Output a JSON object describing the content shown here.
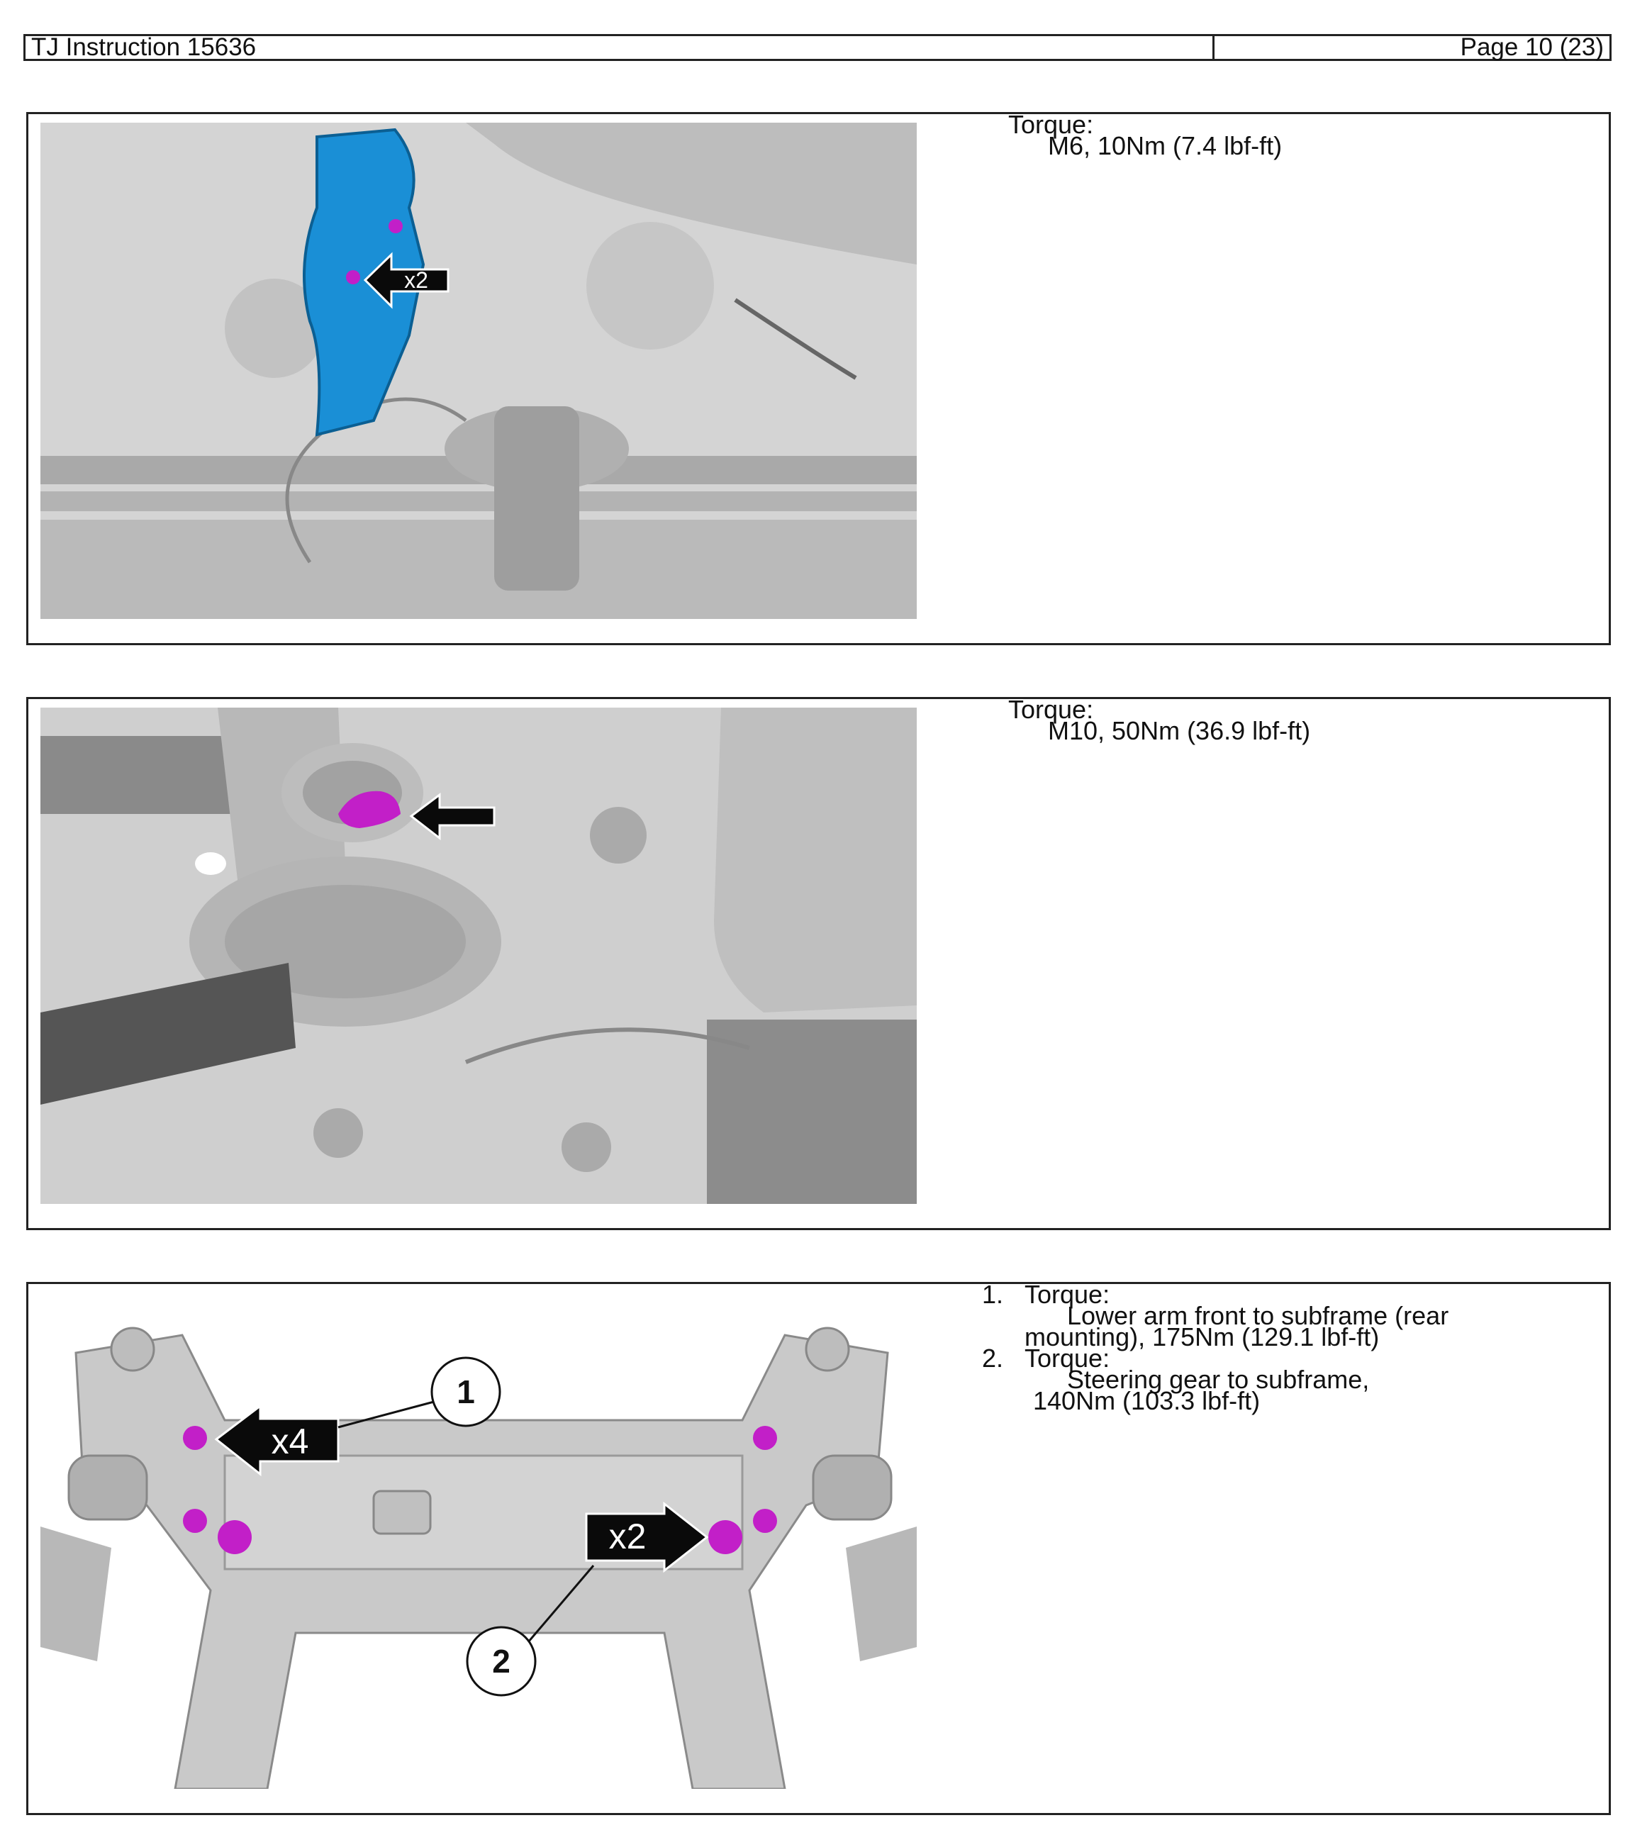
{
  "header": {
    "doc_title": "TJ Instruction 15636",
    "page": "Page 10 (23)"
  },
  "sections": [
    {
      "torque_label": "Torque:",
      "torque_value": "M6,  10Nm (7.4 lbf-ft)",
      "callout": "x2"
    },
    {
      "torque_label": "Torque:",
      "torque_value": "M10,  50Nm (36.9 lbf-ft)"
    },
    {
      "items": [
        {
          "num": "1.",
          "label": "Torque:",
          "line1": "Lower arm front to subframe (rear",
          "line2": "mounting),  175Nm (129.1 lbf-ft)"
        },
        {
          "num": "2.",
          "label": "Torque:",
          "line1": "Steering gear to subframe,",
          "line2": "140Nm (103.3 lbf-ft)"
        }
      ],
      "callouts": {
        "left_arrow": "x4",
        "right_arrow": "x2",
        "balloon_1": "1",
        "balloon_2": "2"
      }
    }
  ],
  "colors": {
    "shield_blue": "#1a8fd6",
    "bolt_magenta": "#c21fc8",
    "metal_gray": "#c9c9c9"
  }
}
